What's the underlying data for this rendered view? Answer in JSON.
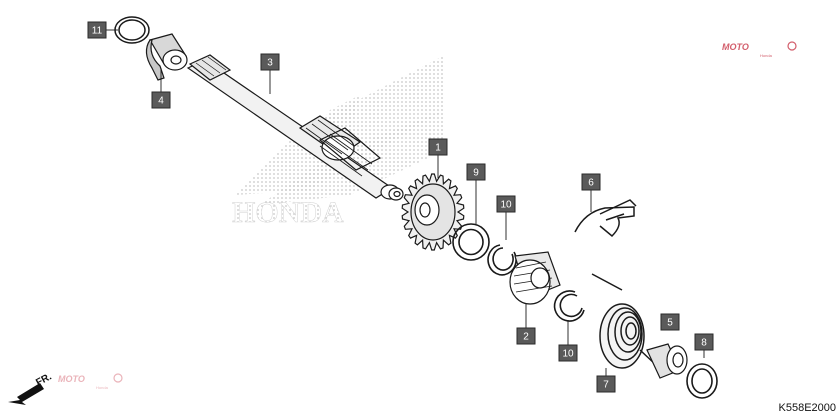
{
  "diagram": {
    "code": "K558E2000",
    "direction_label": "FR.",
    "watermark": {
      "text": "MOTO",
      "subtext": "Honda"
    },
    "background_logo": {
      "text": "HONDA"
    },
    "colors": {
      "callout": "#5a5a5a",
      "line": "#1a1a1a",
      "watermark": "#c4283a",
      "logo_dots": "#9a9a9a"
    },
    "callouts": [
      "11",
      "4",
      "3",
      "1",
      "9",
      "10",
      "6",
      "10",
      "2",
      "5",
      "8",
      "7"
    ]
  }
}
